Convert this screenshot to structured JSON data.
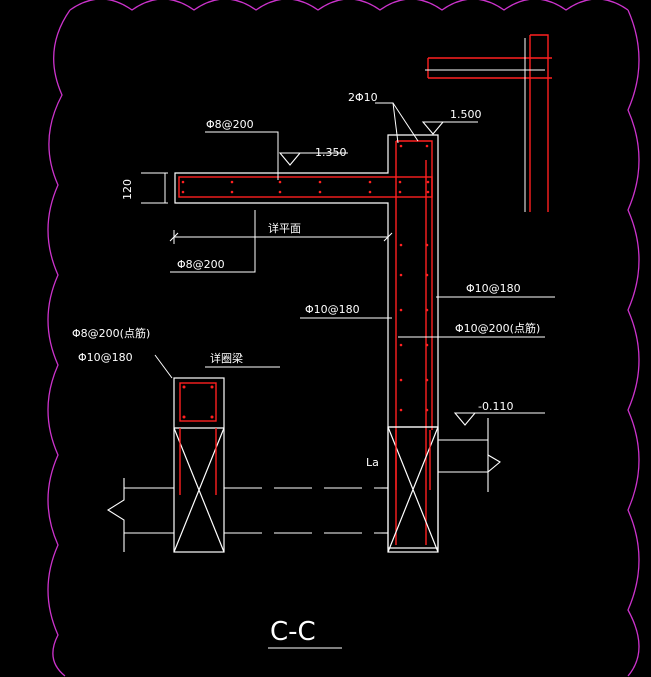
{
  "section_title": "C-C",
  "labels": {
    "bars_2phi10": "2Φ10",
    "elev_1500": "1.500",
    "stirrup_phi8_200_top": "Φ8@200",
    "elev_1350": "1.350",
    "dim_120": "120",
    "see_plan": "详平面",
    "stirrup_phi8_200_bottom": "Φ8@200",
    "phi10_180_right": "Φ10@180",
    "phi10_180_wall": "Φ10@180",
    "phi10_200_dist": "Φ10@200(点筋)",
    "phi8_200_dist_left": "Φ8@200(点筋)",
    "phi10_180_left": "Φ10@180",
    "see_ring_beam": "详圈梁",
    "elev_minus_0110": "-0.110",
    "anchor_la": "La"
  },
  "colors": {
    "cloud": "#cc33cc",
    "rebar": "#ff2020",
    "outline": "#ffffff"
  }
}
